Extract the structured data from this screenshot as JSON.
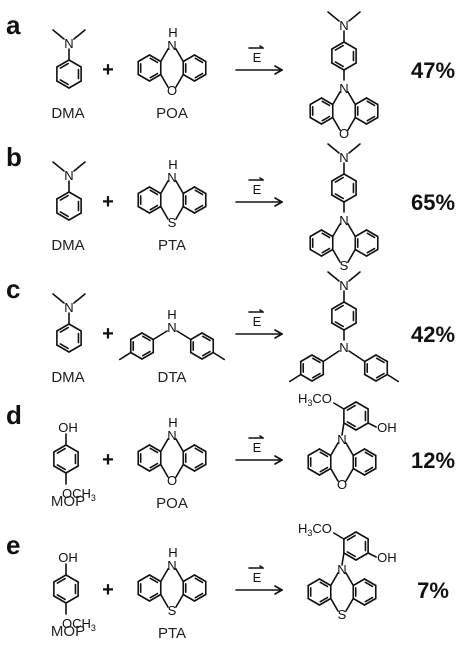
{
  "rows": [
    {
      "panel": "a",
      "reactant1": {
        "label": "DMA",
        "type": "DMA"
      },
      "reactant2": {
        "label": "POA",
        "type": "POA"
      },
      "arrow_label": "E",
      "product": {
        "type": "prod_POA_DMA"
      },
      "yield": "47%"
    },
    {
      "panel": "b",
      "reactant1": {
        "label": "DMA",
        "type": "DMA"
      },
      "reactant2": {
        "label": "PTA",
        "type": "PTA"
      },
      "arrow_label": "E",
      "product": {
        "type": "prod_PTA_DMA"
      },
      "yield": "65%"
    },
    {
      "panel": "c",
      "reactant1": {
        "label": "DMA",
        "type": "DMA"
      },
      "reactant2": {
        "label": "DTA",
        "type": "DTA"
      },
      "arrow_label": "E",
      "product": {
        "type": "prod_DTA_DMA"
      },
      "yield": "42%"
    },
    {
      "panel": "d",
      "reactant1": {
        "label": "MOP",
        "type": "MOP"
      },
      "reactant2": {
        "label": "POA",
        "type": "POA"
      },
      "arrow_label": "E",
      "product": {
        "type": "prod_POA_MOP"
      },
      "yield": "12%"
    },
    {
      "panel": "e",
      "reactant1": {
        "label": "MOP",
        "type": "MOP"
      },
      "reactant2": {
        "label": "PTA",
        "type": "PTA"
      },
      "arrow_label": "E",
      "product": {
        "type": "prod_PTA_MOP"
      },
      "yield": "7%"
    }
  ],
  "atoms": {
    "N": "N",
    "H": "H",
    "O": "O",
    "S": "S",
    "OH": "OH",
    "OCH3_prefix": "O",
    "CH3_C": "CH",
    "CH3_sub": "3",
    "H3C_H": "H",
    "H3C_sub": "3",
    "H3CO_rest": "CO"
  },
  "plus_sign": "+"
}
